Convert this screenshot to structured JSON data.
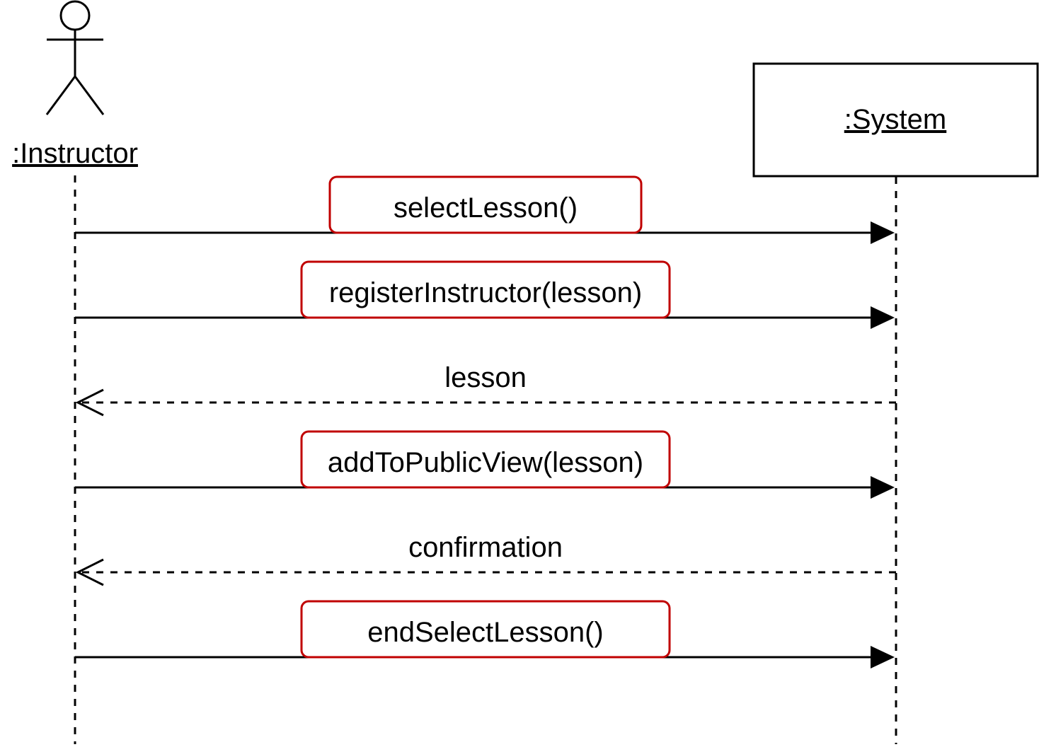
{
  "participants": {
    "actor": {
      "label": ":Instructor",
      "icon": "stick-figure-icon"
    },
    "system": {
      "label": ":System"
    }
  },
  "messages": [
    {
      "label": "selectLesson()",
      "kind": "sync",
      "direction": "to-system",
      "highlighted": true
    },
    {
      "label": "registerInstructor(lesson)",
      "kind": "sync",
      "direction": "to-system",
      "highlighted": true
    },
    {
      "label": "lesson",
      "kind": "return",
      "direction": "to-actor",
      "highlighted": false
    },
    {
      "label": "addToPublicView(lesson)",
      "kind": "sync",
      "direction": "to-system",
      "highlighted": true
    },
    {
      "label": "confirmation",
      "kind": "return",
      "direction": "to-actor",
      "highlighted": false
    },
    {
      "label": "endSelectLesson()",
      "kind": "sync",
      "direction": "to-system",
      "highlighted": true
    }
  ],
  "colors": {
    "line": "#000000",
    "highlight_border": "#c00000",
    "background": "#ffffff"
  }
}
